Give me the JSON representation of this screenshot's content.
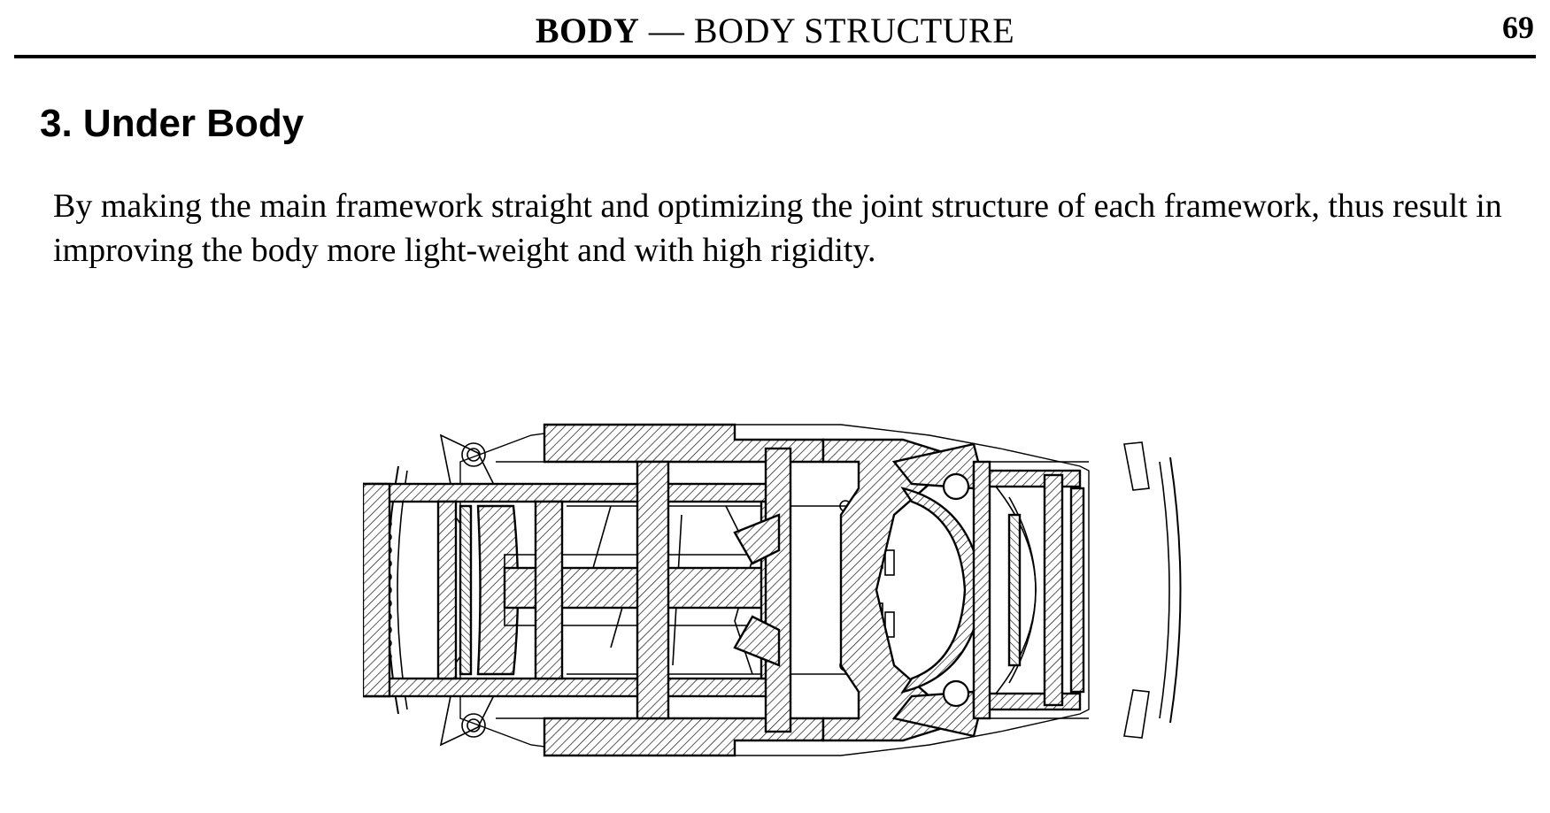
{
  "header": {
    "title_bold": "BODY",
    "title_rest": " — BODY STRUCTURE",
    "page_number": "69"
  },
  "section": {
    "heading": "3. Under Body",
    "paragraph": "By making the main framework straight and optimizing the joint structure of each framework, thus result in improving the body more light-weight and with high rigidity."
  },
  "figure": {
    "subject": "under-body-frame-diagram"
  }
}
